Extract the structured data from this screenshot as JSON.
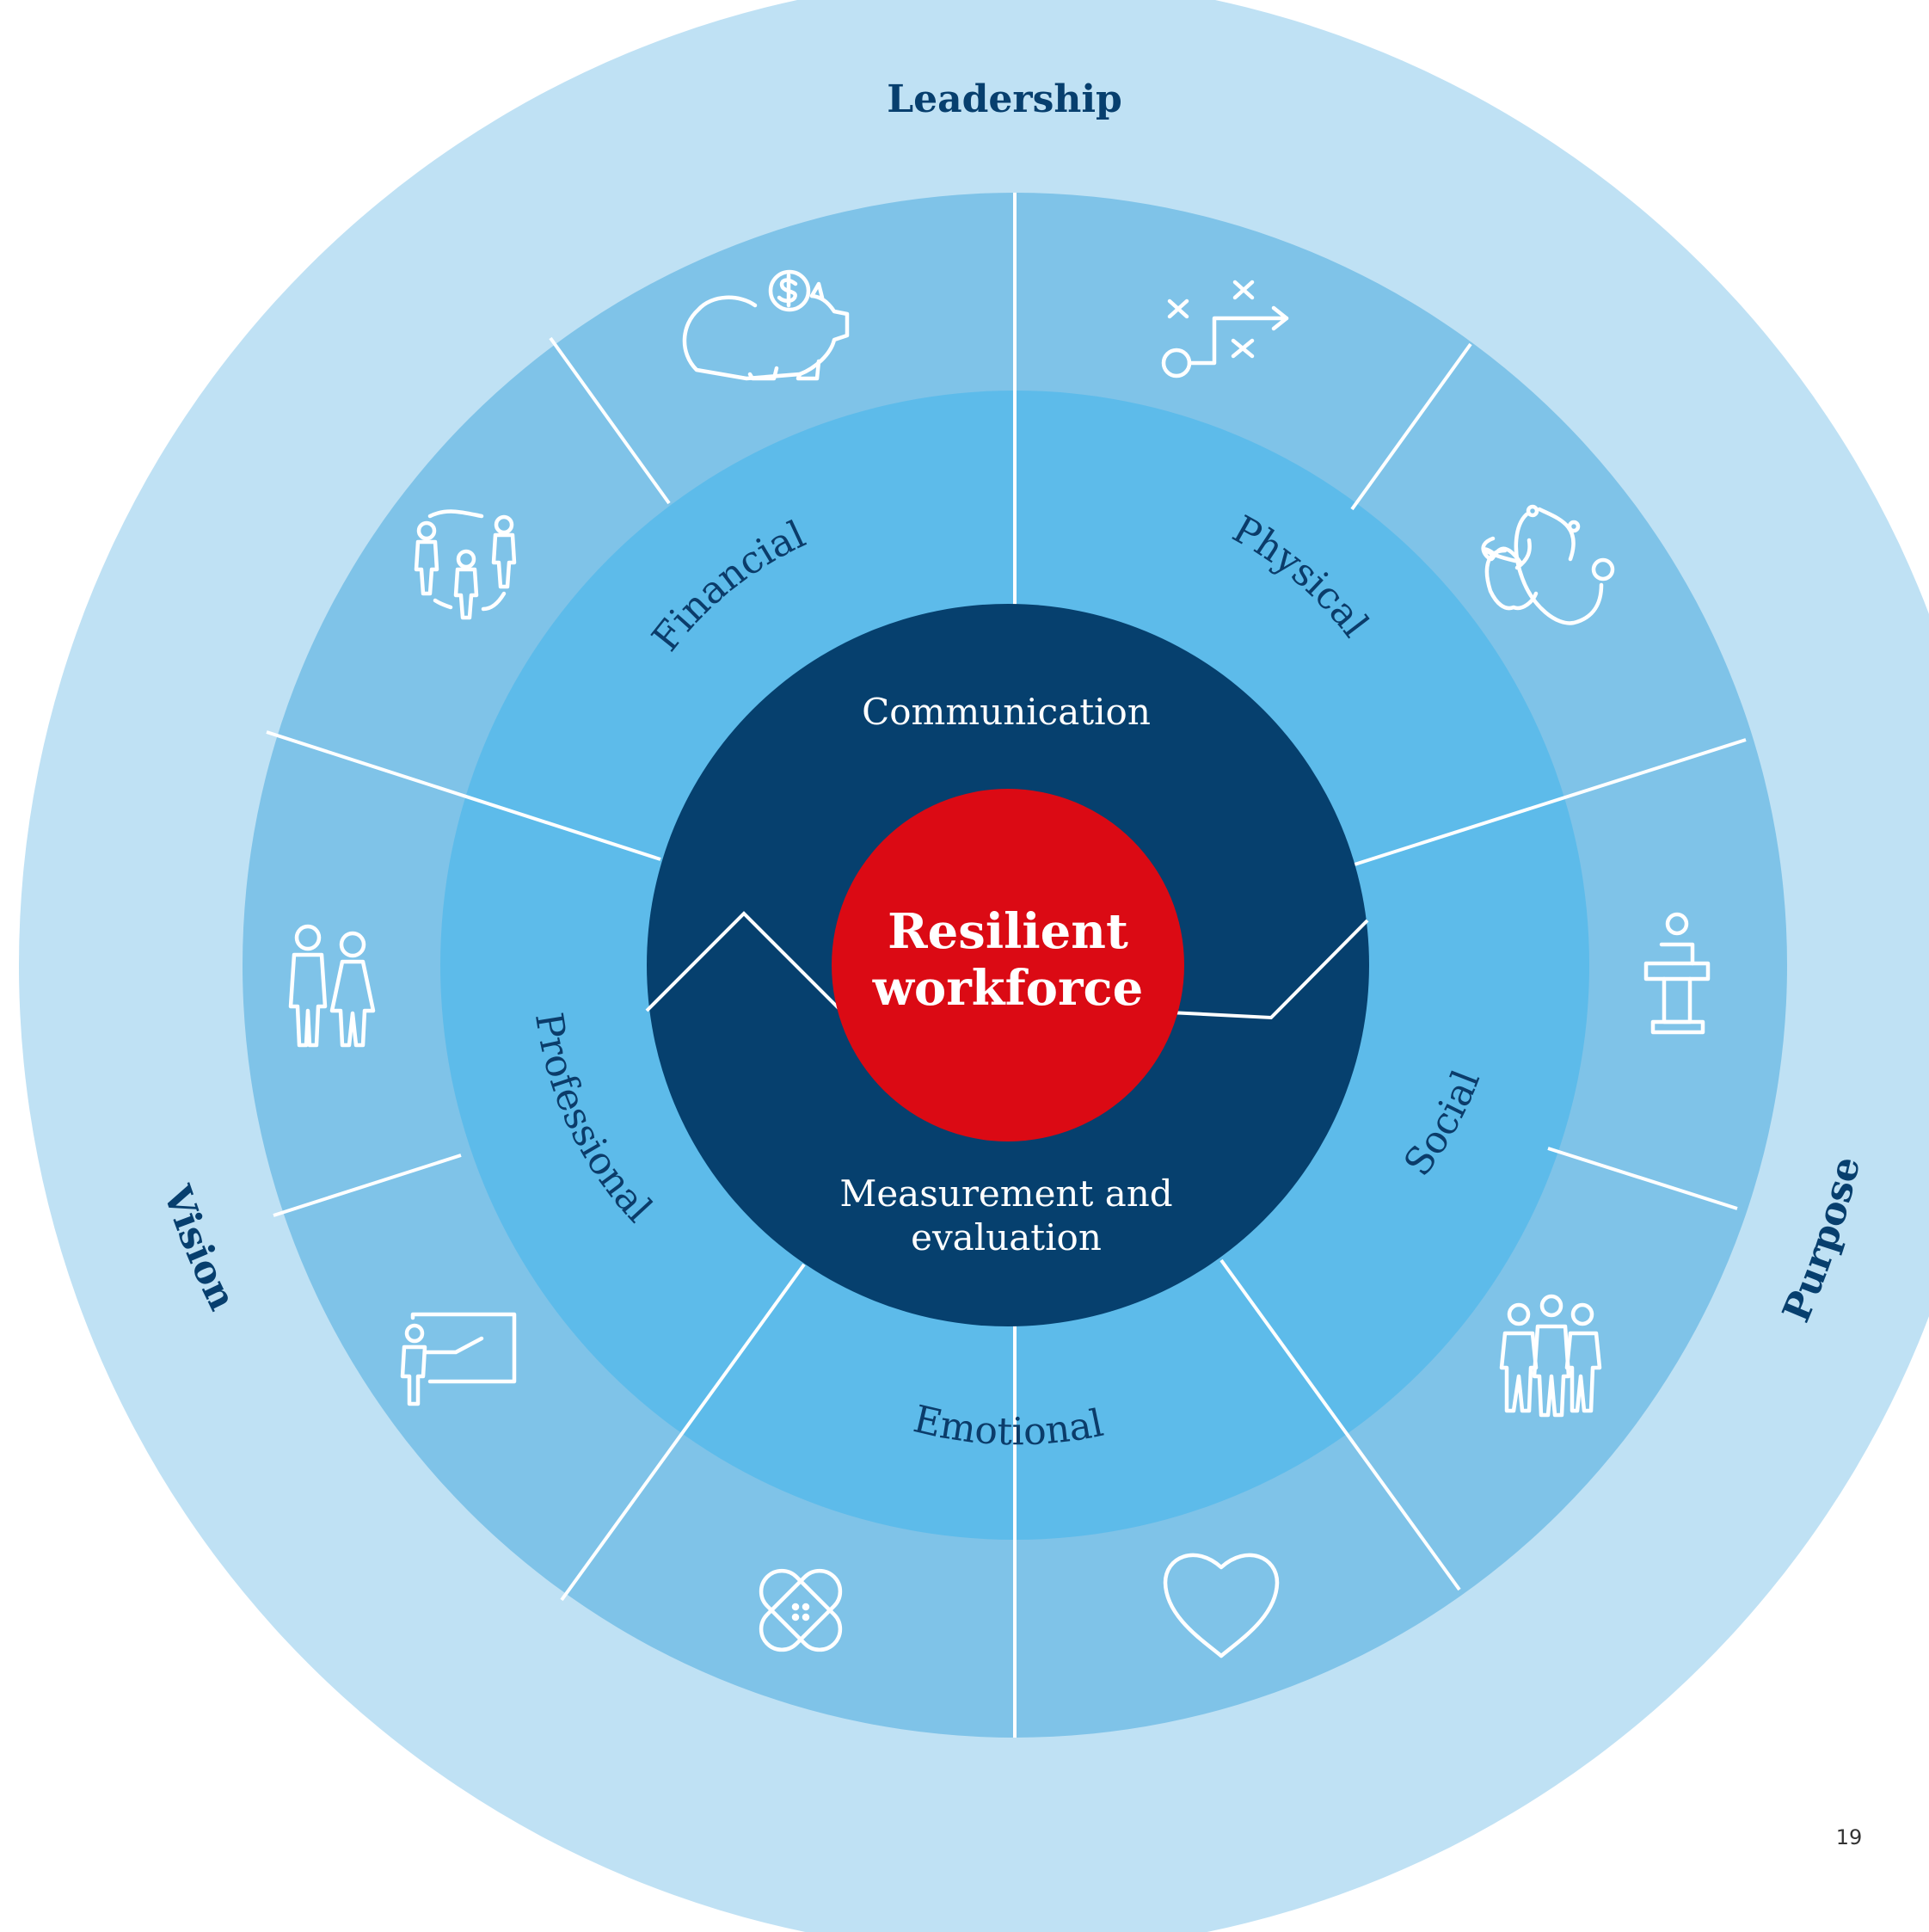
{
  "outer_ring": {
    "top": "Leadership",
    "left": "Vision",
    "right": "Purpose"
  },
  "pillars": {
    "financial": "Financial",
    "physical": "Physical",
    "social": "Social",
    "emotional": "Emotional",
    "professional": "Professional"
  },
  "core": {
    "top": "Communication",
    "bottom_line1": "Measurement and",
    "bottom_line2": "evaluation"
  },
  "center": {
    "line1": "Resilient",
    "line2": "workforce"
  },
  "icons": [
    "piggy-bank-icon",
    "strategy-play-icon",
    "apple-stethoscope-icon",
    "podium-speaker-icon",
    "family-group-icon",
    "heart-icon",
    "bandage-icon",
    "presentation-board-icon",
    "couple-icon",
    "people-cycle-icon"
  ],
  "colors": {
    "outer_ring": "#bfe1f4",
    "icon_ring": "#7fc3e8",
    "pillar_ring": "#5dbbea",
    "core": "#06406e",
    "center": "#db0a14",
    "divider": "#ffffff"
  },
  "page_number": "19"
}
